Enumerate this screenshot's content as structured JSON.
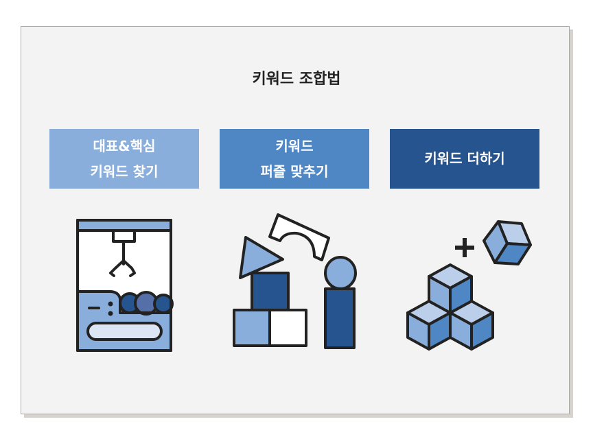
{
  "title": "키워드 조합법",
  "boxes": [
    {
      "line1": "대표&핵심",
      "line2": "키워드 찾기",
      "color": "#8aaedb"
    },
    {
      "line1": "키워드",
      "line2": "퍼즐 맞추기",
      "color": "#4f87c4"
    },
    {
      "line1": "키워드 더하기",
      "line2": "",
      "color": "#26548f"
    }
  ],
  "icons": [
    "claw-machine-icon",
    "building-blocks-icon",
    "cubes-plus-icon"
  ]
}
